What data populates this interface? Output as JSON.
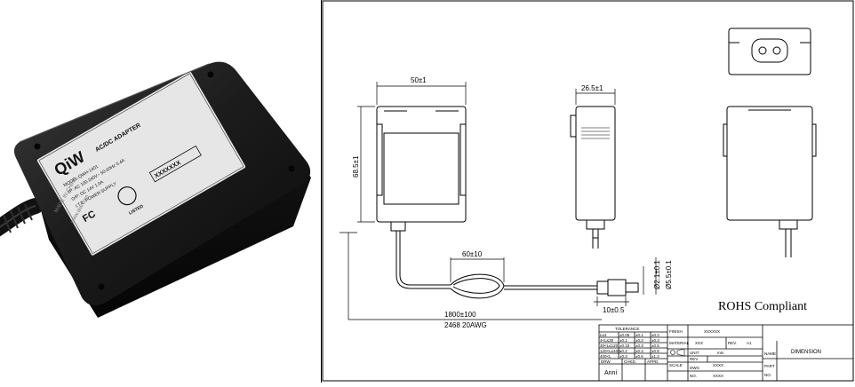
{
  "product": {
    "brand": "QiW",
    "type_line": "AC/DC ADAPTER",
    "model_line": "MODEL:QWH-1401",
    "input_line": "I/P: AC 100-240V~ 50-60Hz 0.4A",
    "output_line": "O/P: DC 14V 1.0A",
    "class_line": "I.T.E. POWER SUPPLY",
    "origin": "MADE IN CHINA",
    "website": "www.qiw.com",
    "fcc": "FC",
    "listed": "LISTED",
    "serial": "XXXXXXX"
  },
  "drawing": {
    "width_dim": "50±1",
    "height_dim": "68.5±1",
    "depth_dim": "26.5±1",
    "cord_loop_dim": "60±10",
    "cord_length_dim": "1800±100",
    "cord_spec": "2468 20AWG",
    "plug_length_dim": "10±0.5",
    "plug_inner_dim": "Ø2.1±0.1",
    "plug_outer_dim": "Ø5.5±0.1",
    "compliance": "ROHS Compliant"
  },
  "title_block": {
    "tolerance_header": "TOLERANCE",
    "tolerance_rows": [
      [
        "L≤4",
        "±0.05",
        "±0.1",
        "±0.2"
      ],
      [
        "4<L≤30",
        "±0.1",
        "±0.2",
        "±0.3"
      ],
      [
        "30<L≤120",
        "±0.15",
        "±0.3",
        "±0.5"
      ],
      [
        "120<L≤400",
        "±0.2",
        "±0.4",
        "±0.8"
      ],
      [
        "400<L",
        "±0.3",
        "±0.6",
        "±1.2"
      ]
    ],
    "drw_label": "DRW.",
    "chkd_label": "CHKD.",
    "appd_label": "APPD.",
    "drawer": "Anni",
    "finish_label": "FINISH",
    "finish_value": "XXXXXX",
    "material_label": "MATERIAL",
    "material_value": "XXX",
    "rev_label": "REV.",
    "rev_value": "A1",
    "unit_label": "UNIT",
    "unit_value": "mm",
    "scale_label": "SCALE",
    "scale_rev_label": "REV.",
    "scale_rev_value": "XXXX",
    "dwg_label": "DWG",
    "no_label": "NO.",
    "dwg_value": "XXXX",
    "name_label": "NAME",
    "name_value": "DIMENSION",
    "part_label": "PART",
    "part_no_label": "NO."
  }
}
